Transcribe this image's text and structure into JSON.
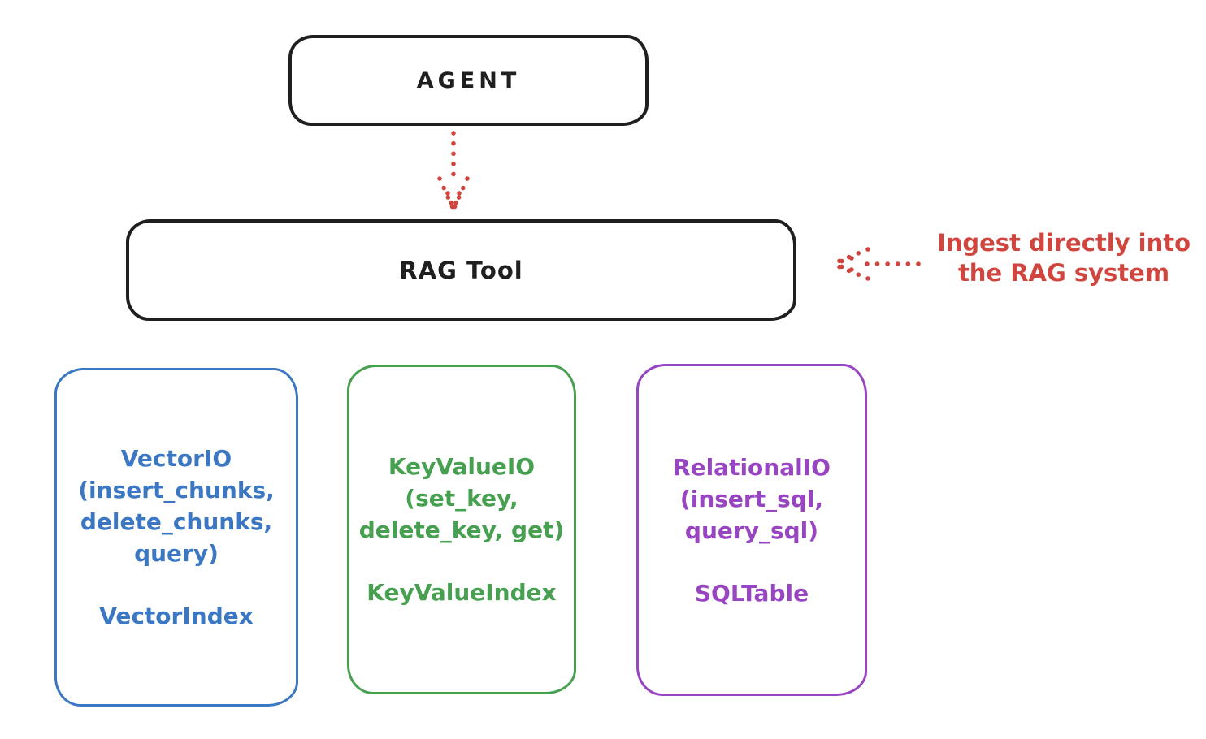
{
  "colors": {
    "ink": "#1f1f1f",
    "red": "#d0453e",
    "blue": "#3b77c2",
    "green": "#46a050",
    "purple": "#9845c1",
    "background": "#ffffff"
  },
  "agent": {
    "label": "AGENT"
  },
  "rag_tool": {
    "label": "RAG Tool"
  },
  "annotation": {
    "line1": "Ingest directly into",
    "line2": "the RAG system"
  },
  "arrows": [
    {
      "name": "agent-to-rag-tool",
      "style": "dotted",
      "color": "#d0453e",
      "direction": "down"
    },
    {
      "name": "annotation-to-rag-tool",
      "style": "dotted",
      "color": "#d0453e",
      "direction": "left"
    }
  ],
  "backends": [
    {
      "id": "vector-io",
      "color": "#3b77c2",
      "lines": [
        "VectorIO",
        "(insert_chunks,",
        "delete_chunks,",
        "query)"
      ],
      "index_label": "VectorIndex"
    },
    {
      "id": "keyvalue-io",
      "color": "#46a050",
      "lines": [
        "KeyValueIO",
        "(set_key,",
        "delete_key, get)"
      ],
      "index_label": "KeyValueIndex"
    },
    {
      "id": "relational-io",
      "color": "#9845c1",
      "lines": [
        "RelationalIO",
        "(insert_sql,",
        "query_sql)"
      ],
      "index_label": "SQLTable"
    }
  ]
}
